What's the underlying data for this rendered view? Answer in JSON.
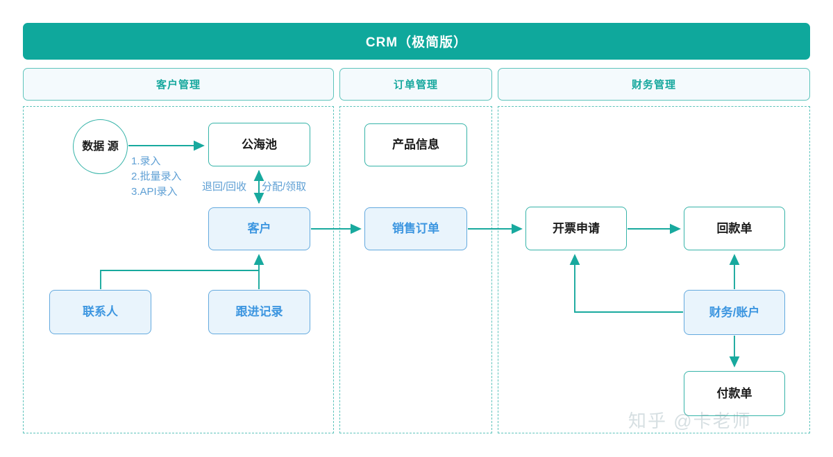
{
  "header": {
    "title": "CRM（极简版）",
    "bg_color": "#0fa89c"
  },
  "sections": [
    {
      "id": "customer",
      "label": "客户管理"
    },
    {
      "id": "order",
      "label": "订单管理"
    },
    {
      "id": "finance",
      "label": "财务管理"
    }
  ],
  "colors": {
    "teal": "#17a89e",
    "teal_border": "#35b3a8",
    "blue_text": "#3d96e0",
    "blue_border": "#63a9de",
    "blue_fill": "#e9f4fc",
    "annotation": "#5e9fd4",
    "section_fill": "#f4fafd"
  },
  "nodes": {
    "datasource": {
      "label": "数据\n源",
      "shape": "circle",
      "style": "plain"
    },
    "public_pool": {
      "label": "公海池",
      "shape": "rect",
      "style": "plain"
    },
    "customer": {
      "label": "客户",
      "shape": "rect",
      "style": "blue"
    },
    "contact": {
      "label": "联系人",
      "shape": "rect",
      "style": "blue"
    },
    "followup": {
      "label": "跟进记录",
      "shape": "rect",
      "style": "blue"
    },
    "product": {
      "label": "产品信息",
      "shape": "rect",
      "style": "plain"
    },
    "sales_order": {
      "label": "销售订单",
      "shape": "rect",
      "style": "blue"
    },
    "invoice_req": {
      "label": "开票申请",
      "shape": "rect",
      "style": "plain"
    },
    "receipt": {
      "label": "回款单",
      "shape": "rect",
      "style": "plain"
    },
    "finance_acct": {
      "label": "财务/账户",
      "shape": "rect",
      "style": "blue"
    },
    "payment": {
      "label": "付款单",
      "shape": "rect",
      "style": "plain"
    }
  },
  "annotations": {
    "entry_methods": "1.录入\n2.批量录入\n3.API录入",
    "return_recycle": "退回/回收",
    "assign_claim": "分配/领取"
  },
  "edges": [
    {
      "from": "datasource",
      "to": "public_pool",
      "label": "1.录入 2.批量录入 3.API录入",
      "direction": "one-way"
    },
    {
      "from": "public_pool",
      "to": "customer",
      "label": "退回/回收 分配/领取",
      "direction": "two-way"
    },
    {
      "from": "customer",
      "to": "sales_order",
      "label": "",
      "direction": "one-way"
    },
    {
      "from": "contact",
      "to": "customer",
      "label": "",
      "direction": "one-way"
    },
    {
      "from": "followup",
      "to": "customer",
      "label": "",
      "direction": "one-way"
    },
    {
      "from": "sales_order",
      "to": "invoice_req",
      "label": "",
      "direction": "one-way"
    },
    {
      "from": "invoice_req",
      "to": "receipt",
      "label": "",
      "direction": "one-way"
    },
    {
      "from": "finance_acct",
      "to": "invoice_req",
      "label": "",
      "direction": "one-way"
    },
    {
      "from": "finance_acct",
      "to": "receipt",
      "label": "",
      "direction": "one-way"
    },
    {
      "from": "finance_acct",
      "to": "payment",
      "label": "",
      "direction": "one-way"
    }
  ],
  "watermark": "知乎 @卡老师"
}
